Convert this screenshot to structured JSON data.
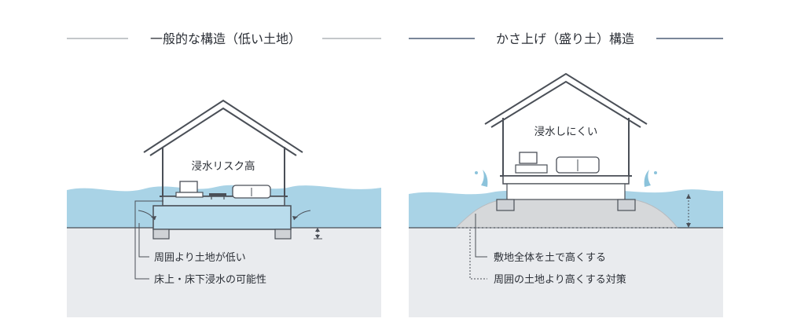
{
  "left": {
    "title": "一般的な構造（低い土地）",
    "house_label": "浸水リスク高",
    "callouts": [
      "周囲より土地が低い",
      "床上・床下浸水の可能性"
    ]
  },
  "right": {
    "title": "かさ上げ（盛り土）構造",
    "house_label": "浸水しにくい",
    "callouts": [
      "敷地全体を土で高くする",
      "周囲の土地より高くする対策"
    ]
  },
  "colors": {
    "water": "#a9d3e6",
    "water_dark": "#8cc3db",
    "ground": "#e9ebee",
    "fill_soil": "#d6d8da",
    "line": "#4a4f57"
  }
}
